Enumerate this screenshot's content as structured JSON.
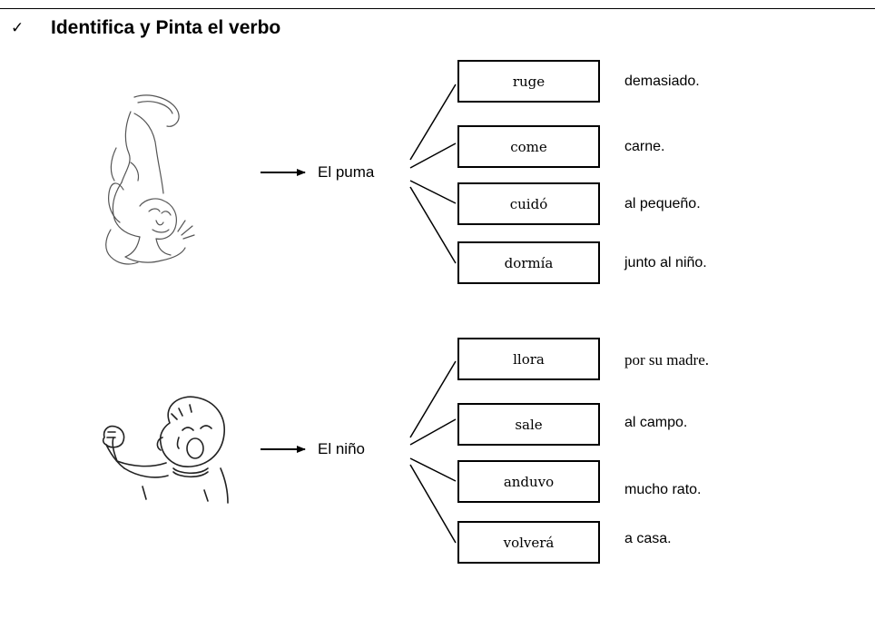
{
  "header": {
    "check_symbol": "✓",
    "title": "Identifica y Pinta el verbo"
  },
  "groups": [
    {
      "picture": "puma-drawing",
      "subject": "El puma",
      "verbs": [
        "ruge",
        "come",
        "cuidó",
        "dormía"
      ],
      "endings": [
        "demasiado.",
        "carne.",
        "al pequeño.",
        "junto al niño."
      ]
    },
    {
      "picture": "crying-boy-drawing",
      "subject": "El niño",
      "verbs": [
        "llora",
        "sale",
        "anduvo",
        "volverá"
      ],
      "endings": [
        "por su madre.",
        "al campo.",
        "mucho rato.",
        "a casa."
      ]
    }
  ]
}
